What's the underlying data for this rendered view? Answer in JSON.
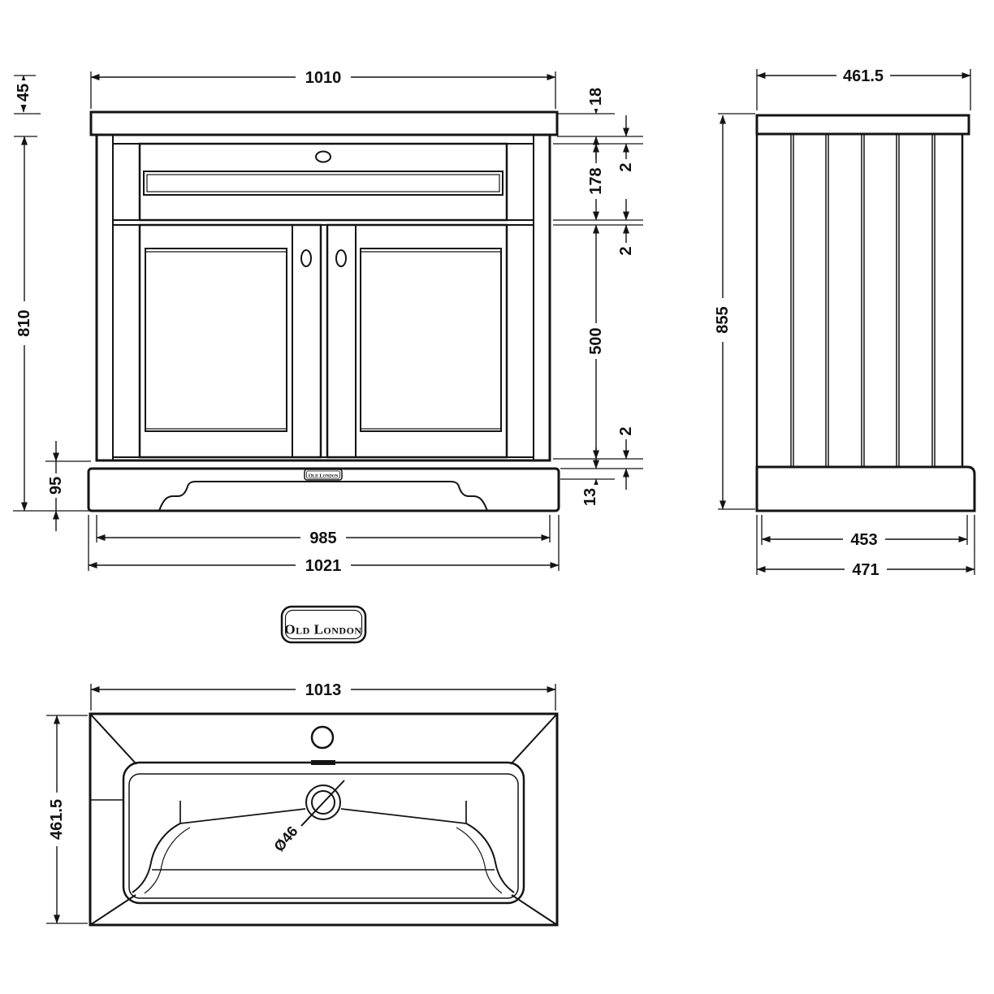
{
  "brand_badge": {
    "text": "Old London"
  },
  "plinth_badge": {
    "text": "Old London"
  },
  "front_view": {
    "dims": {
      "top_width": "1010",
      "worktop_height": "45",
      "cabinet_height": "810",
      "plinth_height": "95",
      "base_width": "985",
      "overall_width": "1021",
      "worktop_thickness": "18",
      "gap_worktop_frame": "2",
      "drawer_section_height": "178",
      "gap_rail_door": "2",
      "door_height": "500",
      "gap_door_bottom": "2",
      "plinth_lip": "13"
    }
  },
  "side_view": {
    "dims": {
      "top_depth": "461.5",
      "overall_height": "855",
      "base_depth": "453",
      "overall_depth": "471"
    }
  },
  "basin_view": {
    "dims": {
      "width": "1013",
      "depth": "461.5",
      "waste_diameter": "Ø46"
    }
  }
}
